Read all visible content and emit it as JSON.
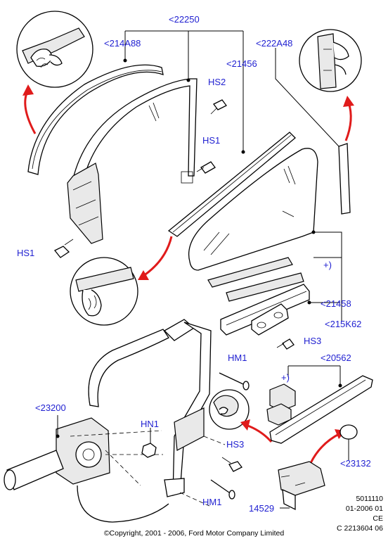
{
  "labels": {
    "p22250": "<22250",
    "p214A88": "<214A88",
    "p222A48": "<222A48",
    "p21456": "<21456",
    "hs2": "HS2",
    "hs1_upper": "HS1",
    "hs1_left": "HS1",
    "plus_upper": "+)",
    "p21458": "<21458",
    "p215K62": "<215K62",
    "hs3_upper": "HS3",
    "hm1_upper": "HM1",
    "p20562": "<20562",
    "plus_lower": "+)",
    "p23200": "<23200",
    "hn1": "HN1",
    "hs3_lower": "HS3",
    "p23132": "<23132",
    "hm1_lower": "HM1",
    "p14529": "14529"
  },
  "meta": {
    "line1": "5011110",
    "line2": "01-2006 01",
    "line3": "CE",
    "line4": "C 2213604 06"
  },
  "copyright": "©Copyright, 2001 - 2006, Ford Motor Company Limited",
  "colors": {
    "label": "#1f1fd1",
    "arrow": "#e01b1b",
    "line": "#000000"
  }
}
